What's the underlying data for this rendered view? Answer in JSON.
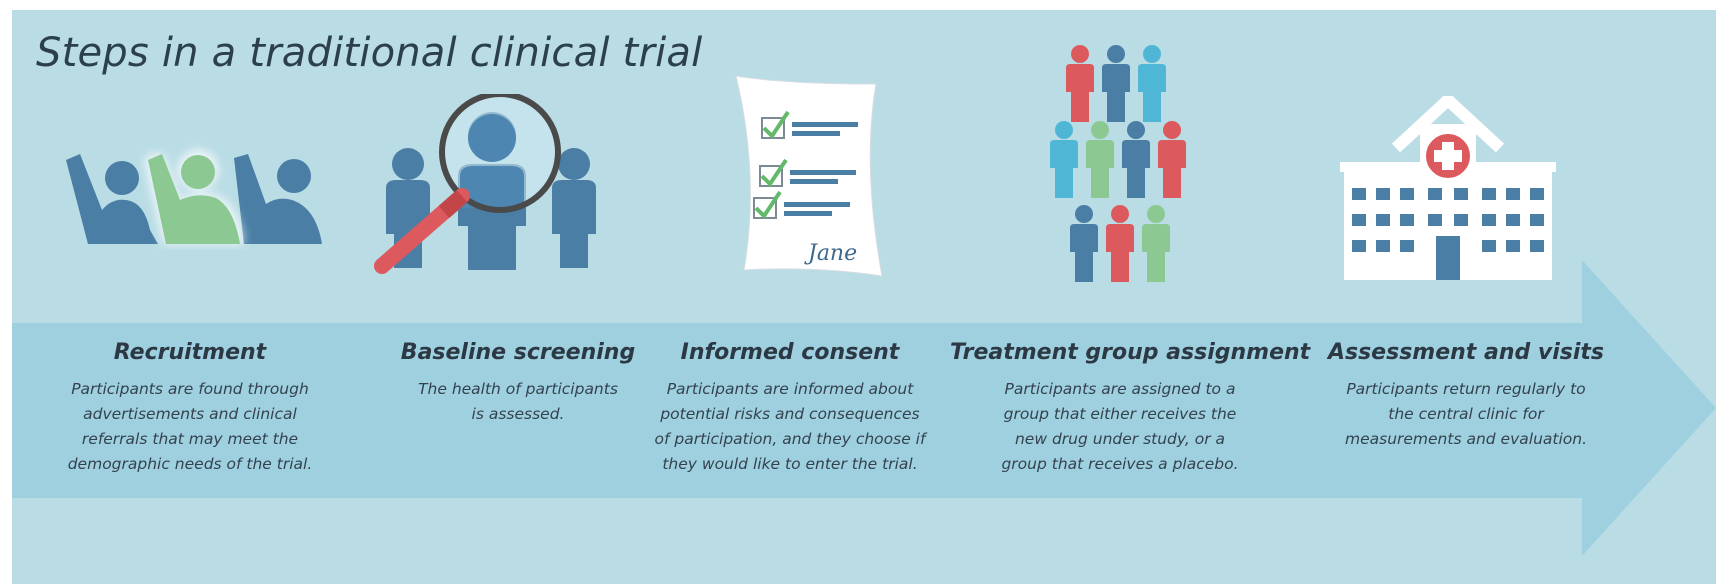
{
  "title": "Steps in a traditional clinical trial",
  "colors": {
    "background": "#b9dce5",
    "band": "#9fd0df",
    "blue": "#4a7ea4",
    "green": "#8cc891",
    "red": "#dc5a5e",
    "cyan": "#4fb6d6",
    "text": "#2c3945"
  },
  "steps": [
    {
      "icon": "raised-hands-people-icon",
      "heading": "Recruitment",
      "lines": [
        "Participants are found through",
        "advertisements and clinical",
        "referrals that may meet the",
        "demographic needs of the trial."
      ]
    },
    {
      "icon": "magnifying-glass-people-icon",
      "heading": "Baseline screening",
      "lines": [
        "The health of participants",
        "is assessed."
      ]
    },
    {
      "icon": "consent-form-icon",
      "heading": "Informed consent",
      "signature": "Jane",
      "lines": [
        "Participants are informed about",
        "potential risks and consequences",
        "of participation, and they choose if",
        "they would like to enter the trial."
      ]
    },
    {
      "icon": "people-groups-icon",
      "heading": "Treatment group assignment",
      "lines": [
        "Participants are assigned to a",
        "group that either receives the",
        "new drug under study, or a",
        "group that receives a placebo."
      ]
    },
    {
      "icon": "hospital-icon",
      "heading": "Assessment and visits",
      "lines": [
        "Participants return regularly to",
        "the central clinic for",
        "measurements and evaluation."
      ]
    }
  ]
}
